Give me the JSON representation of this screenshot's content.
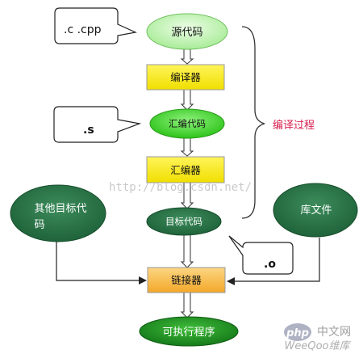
{
  "flow": {
    "source": "源代码",
    "compiler": "编译器",
    "assembly": "汇编代码",
    "assembler": "汇编器",
    "object": "目标代码",
    "other_object_line1": "其他目标代",
    "other_object_line2": "码",
    "library": "库文件",
    "linker": "链接器",
    "executable": "可执行程序"
  },
  "callouts": {
    "source_ext": ".c .cpp",
    "asm_ext": ".s",
    "obj_ext": ".o"
  },
  "brace_label": "编译过程",
  "watermarks": {
    "url": "http://blog.csdn.net/",
    "php_logo": "php",
    "site_cn": "中文网",
    "site_en": "WeeQoo维库"
  },
  "colors": {
    "light_green": "#b2f0a4",
    "mid_green": "#3fd72a",
    "dark_green": "#236f41",
    "yellow": "#f7ea08",
    "orange": "#f6b73c",
    "bright_green": "#1f8f22",
    "red_text": "#d6204e"
  }
}
